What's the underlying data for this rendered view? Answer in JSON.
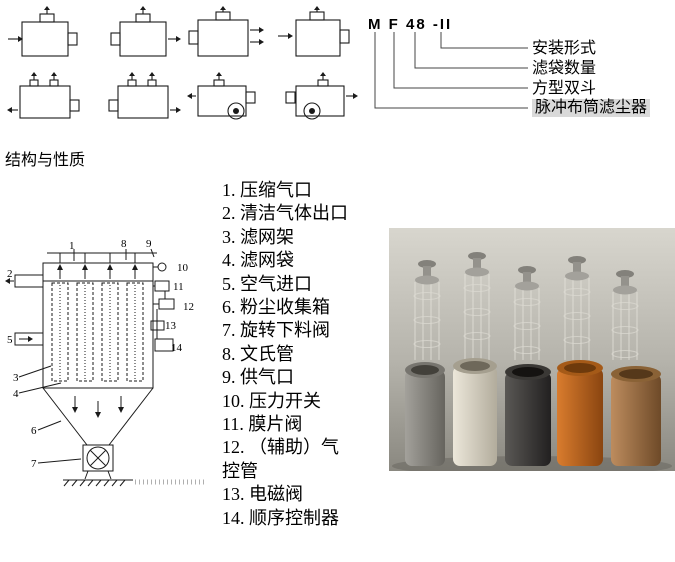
{
  "title_block": {
    "model_code": "M F 48 -II",
    "labels": [
      "安装形式",
      "滤袋数量",
      "方型双斗",
      "脉冲布筒滤尘器"
    ],
    "highlight_color": "#d9d9d9"
  },
  "section_title": "结构与性质",
  "parts_list": {
    "items": [
      "1. 压缩气口",
      "2. 清洁气体出口",
      "3. 滤网架",
      "4. 滤网袋",
      "5. 空气进口",
      "6. 粉尘收集箱",
      "7. 旋转下料阀",
      "8. 文氏管",
      "9. 供气口",
      "10. 压力开关",
      "11. 膜片阀",
      "12. （辅助）气控管",
      "13. 电磁阀",
      "14. 顺序控制器"
    ]
  },
  "schematic": {
    "labels": [
      "1",
      "2",
      "3",
      "4",
      "5",
      "6",
      "7",
      "8",
      "9",
      "10",
      "11",
      "12",
      "13",
      "14"
    ]
  },
  "photo_colors": {
    "background": "#b5b3ab",
    "bag_gray": "#8f8d87",
    "bag_cream": "#e0dbce",
    "bag_black": "#35332f",
    "bag_orange": "#c86e28",
    "bag_brown": "#a97a4a"
  }
}
